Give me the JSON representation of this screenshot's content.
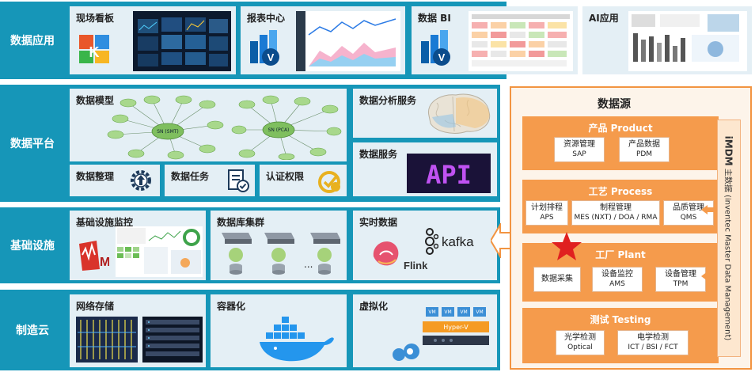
{
  "bands": [
    {
      "label": "数据应用"
    },
    {
      "label": "数据平台"
    },
    {
      "label": "基础设施"
    },
    {
      "label": "制造云"
    }
  ],
  "cards": {
    "kanban": "现场看板",
    "report": "报表中心",
    "bi": "数据 BI",
    "ai": "AI应用",
    "model": "数据模型",
    "analysis": "数据分析服务",
    "service": "数据服务",
    "clean": "数据整理",
    "task": "数据任务",
    "auth": "认证权限",
    "monitor": "基础设施监控",
    "cluster": "数据库集群",
    "realtime": "实时数据",
    "storage": "网络存储",
    "container": "容器化",
    "virtual": "虚拟化"
  },
  "logos": {
    "kafka": "kafka",
    "flink": "Flink",
    "api": "API",
    "hyperv": "Hyper-V",
    "vm": "VM",
    "dots": "...",
    "kanban_k": "K",
    "report_v": "V",
    "bi_v": "V",
    "monitor_m": "M"
  },
  "model_nodes": {
    "left": "SN (SMT)",
    "right": "SN (PCA)"
  },
  "data_source": {
    "title": "数据源",
    "groups": [
      {
        "title": "产品 Product",
        "items": [
          {
            "main": "资源管理",
            "sub": "SAP"
          },
          {
            "main": "产品数据",
            "sub": "PDM"
          }
        ]
      },
      {
        "title": "工艺 Process",
        "items": [
          {
            "main": "计划排程",
            "sub": "APS"
          },
          {
            "main": "制程管理",
            "sub": "MES (NXT) / DOA / RMA"
          },
          {
            "main": "品质管理",
            "sub": "QMS"
          }
        ]
      },
      {
        "title": "工厂 Plant",
        "items": [
          {
            "main": "数据采集",
            "sub": ""
          },
          {
            "main": "设备监控",
            "sub": "AMS"
          },
          {
            "main": "设备管理",
            "sub": "TPM"
          }
        ]
      },
      {
        "title": "测试 Testing",
        "items": [
          {
            "main": "光学检测",
            "sub": "Optical"
          },
          {
            "main": "电学检测",
            "sub": "ICT / BSI / FCT"
          }
        ]
      }
    ],
    "imdm_bold": "iMDM",
    "imdm_text": "主数据 (inventec Master Data Management)"
  },
  "colors": {
    "band": "#1696b8",
    "card": "#e4eff5",
    "orange": "#f59b4c",
    "star": "#e02020"
  }
}
